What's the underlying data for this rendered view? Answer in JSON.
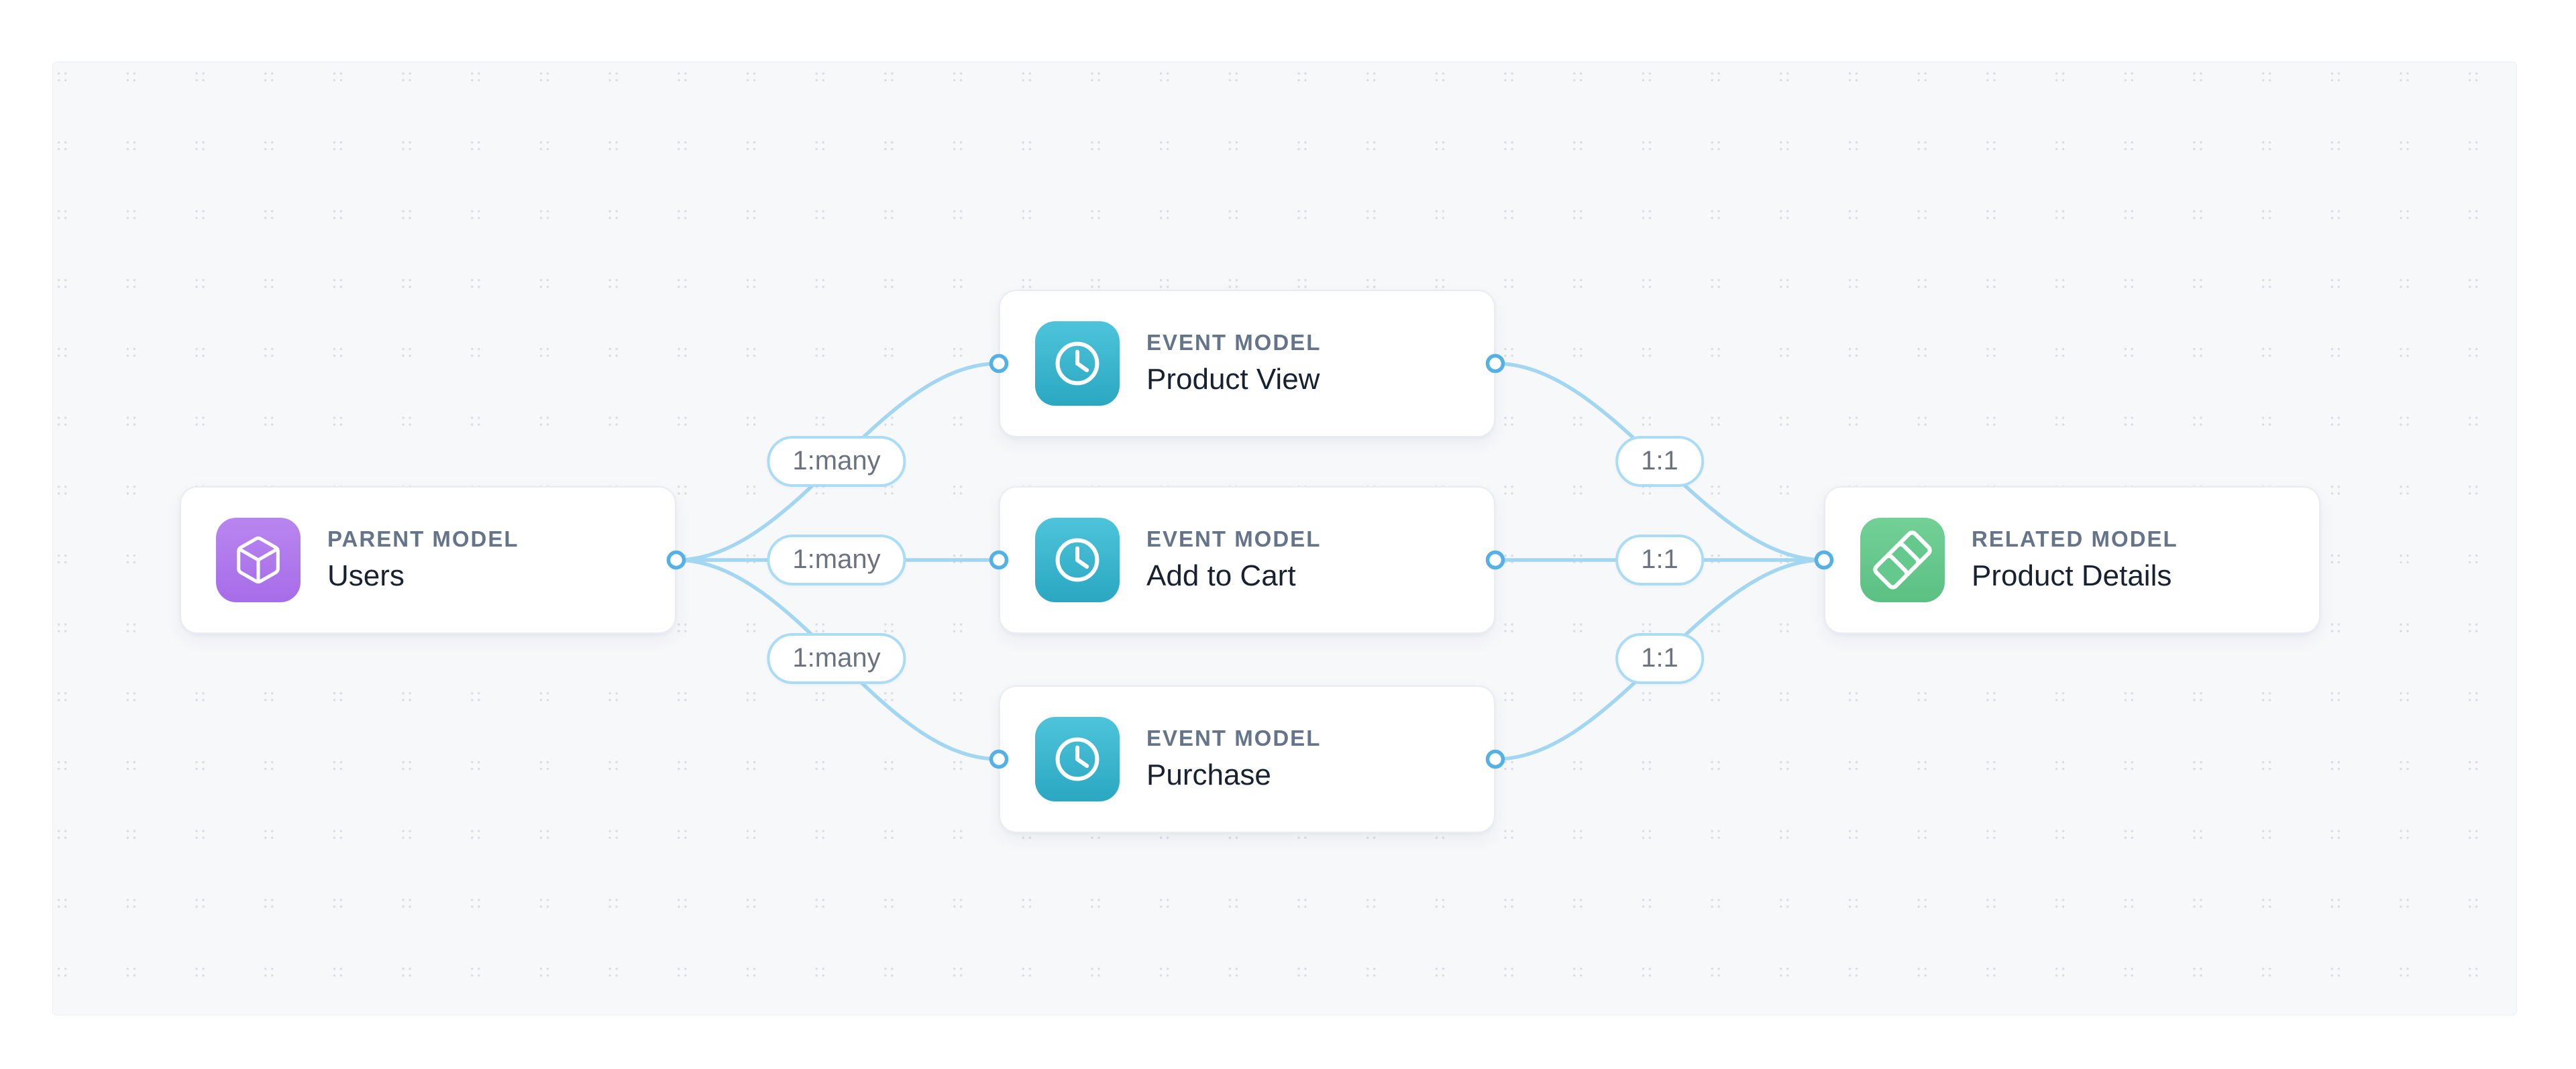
{
  "diagram": {
    "nodes": [
      {
        "type_label": "PARENT MODEL",
        "name": "Users",
        "icon": "cube-icon"
      },
      {
        "type_label": "EVENT MODEL",
        "name": "Product View",
        "icon": "clock-icon"
      },
      {
        "type_label": "EVENT MODEL",
        "name": "Add to Cart",
        "icon": "clock-icon"
      },
      {
        "type_label": "EVENT MODEL",
        "name": "Purchase",
        "icon": "clock-icon"
      },
      {
        "type_label": "RELATED MODEL",
        "name": "Product Details",
        "icon": "layers-icon"
      }
    ],
    "edges": [
      {
        "from": "Users",
        "to": "Product View",
        "label": "1:many"
      },
      {
        "from": "Users",
        "to": "Add to Cart",
        "label": "1:many"
      },
      {
        "from": "Users",
        "to": "Purchase",
        "label": "1:many"
      },
      {
        "from": "Product View",
        "to": "Product Details",
        "label": "1:1"
      },
      {
        "from": "Add to Cart",
        "to": "Product Details",
        "label": "1:1"
      },
      {
        "from": "Purchase",
        "to": "Product Details",
        "label": "1:1"
      }
    ],
    "colors": {
      "canvas_bg": "#f7f8fa",
      "dot": "#d9dde4",
      "card_border": "#e9ecf1",
      "edge": "#a3d6f1",
      "port_ring": "#55b1e3",
      "pill_border": "#aadcf5",
      "pill_text": "#6b7280",
      "label_text": "#64748b",
      "name_text": "#18212f",
      "parent_accent_from": "#b886ef",
      "parent_accent_to": "#a76ce8",
      "event_accent_from": "#4dc4da",
      "event_accent_to": "#2ba7c2",
      "related_accent_from": "#73d096",
      "related_accent_to": "#5bc083",
      "related_accent_mid": "#65c98e"
    }
  }
}
